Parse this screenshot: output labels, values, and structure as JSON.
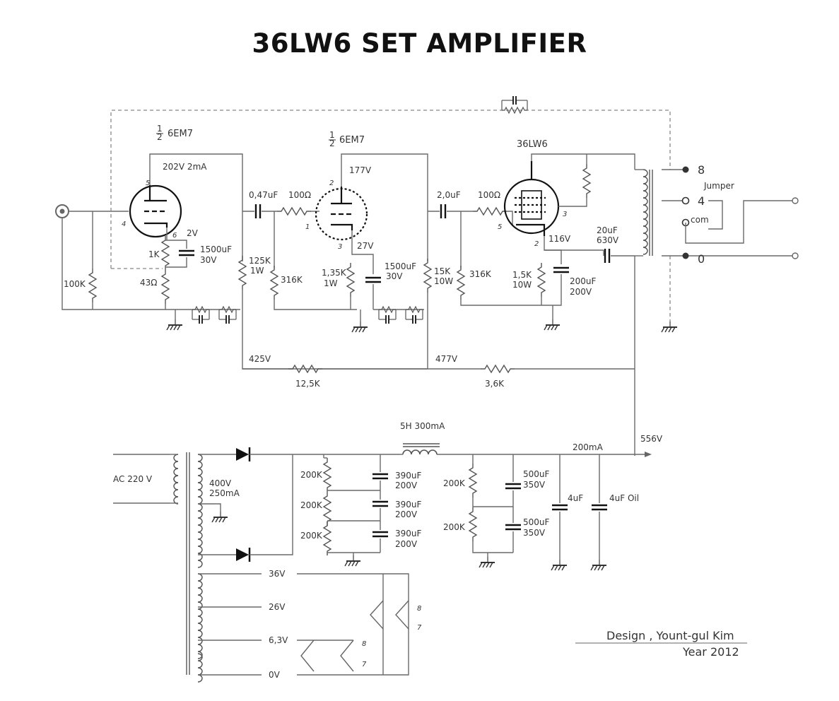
{
  "title": "36LW6 SET AMPLIFIER",
  "tubes": {
    "v1": "6EM7",
    "v2": "6EM7",
    "v3": "36LW6",
    "half": "1",
    "half_den": "2"
  },
  "input_stage": {
    "plate_spec": "202V  2mA",
    "cathode_v": "2V",
    "cath_r": "1K",
    "cath_cap": "1500uF",
    "cath_cap_v": "30V",
    "fb_r": "43Ω",
    "grid_r": "100K",
    "plate_r": "125K",
    "plate_r_w": "1W",
    "pins": [
      "5",
      "4",
      "6"
    ]
  },
  "driver_stage": {
    "coupling_cap": "0,47uF",
    "grid_stop": "100Ω",
    "grid_r": "316K",
    "plate_v": "177V",
    "cathode_v": "27V",
    "cath_r": "1,35K",
    "cath_r_w": "1W",
    "cath_cap": "1500uF",
    "cath_cap_v": "30V",
    "plate_r": "15K",
    "plate_r_w": "10W",
    "pins": [
      "2",
      "1",
      "3"
    ]
  },
  "output_stage": {
    "coupling_cap": "2,0uF",
    "grid_stop": "100Ω",
    "grid_r": "316K",
    "cathode_v": "116V",
    "cath_r": "1,5K",
    "cath_r_w": "10W",
    "cath_cap": "200uF",
    "cath_cap_v": "200V",
    "plate_cap": "20uF",
    "plate_cap_v": "630V",
    "pins": [
      "5",
      "3",
      "2"
    ]
  },
  "output_taps": [
    "8",
    "4",
    "com",
    "0"
  ],
  "jumper": "Jumper",
  "supply_nodes": {
    "n425": "425V",
    "n477": "477V",
    "r1": "12,5K",
    "r2": "3,6K"
  },
  "power_supply": {
    "mains": "AC 220 V",
    "hv_winding": "400V",
    "hv_current": "250mA",
    "choke": "5H 300mA",
    "hv_out": "556V",
    "load_current": "200mA",
    "bleeders": [
      "200K",
      "200K",
      "200K"
    ],
    "caps": [
      "390uF",
      "390uF",
      "390uF"
    ],
    "cap_v": "200V",
    "filter_r": [
      "200K",
      "200K"
    ],
    "filter_caps": [
      "500uF",
      "500uF"
    ],
    "filter_cap_v": "350V",
    "c4": "4uF",
    "c4_oil": "4uF Oil"
  },
  "heaters": {
    "taps": [
      "36V",
      "26V",
      "6,3V",
      "0V"
    ],
    "pins_a": [
      "8",
      "7"
    ],
    "pins_b": [
      "8",
      "7"
    ]
  },
  "credit": {
    "design": "Design , Yount-gul Kim",
    "year": "Year 2012"
  }
}
